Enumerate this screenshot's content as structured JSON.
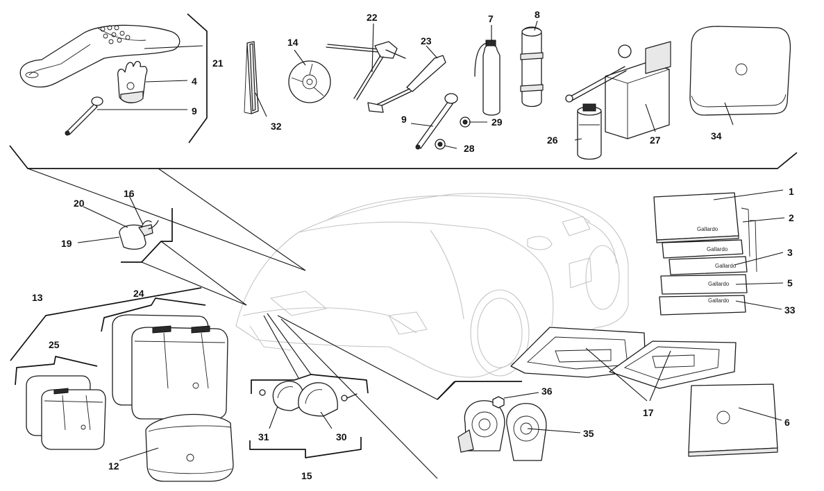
{
  "manual_label": "Gallardo",
  "callouts": [
    {
      "id": "1",
      "text": "1"
    },
    {
      "id": "2",
      "text": "2"
    },
    {
      "id": "3",
      "text": "3"
    },
    {
      "id": "4",
      "text": "4"
    },
    {
      "id": "5",
      "text": "5"
    },
    {
      "id": "6",
      "text": "6"
    },
    {
      "id": "7",
      "text": "7"
    },
    {
      "id": "8",
      "text": "8"
    },
    {
      "id": "9a",
      "text": "9"
    },
    {
      "id": "9b",
      "text": "9"
    },
    {
      "id": "12",
      "text": "12"
    },
    {
      "id": "13",
      "text": "13"
    },
    {
      "id": "14",
      "text": "14"
    },
    {
      "id": "15",
      "text": "15"
    },
    {
      "id": "16",
      "text": "16"
    },
    {
      "id": "17",
      "text": "17"
    },
    {
      "id": "19",
      "text": "19"
    },
    {
      "id": "20",
      "text": "20"
    },
    {
      "id": "21",
      "text": "21"
    },
    {
      "id": "22",
      "text": "22"
    },
    {
      "id": "23",
      "text": "23"
    },
    {
      "id": "24",
      "text": "24"
    },
    {
      "id": "25",
      "text": "25"
    },
    {
      "id": "26",
      "text": "26"
    },
    {
      "id": "27",
      "text": "27"
    },
    {
      "id": "28",
      "text": "28"
    },
    {
      "id": "29",
      "text": "29"
    },
    {
      "id": "30",
      "text": "30"
    },
    {
      "id": "31",
      "text": "31"
    },
    {
      "id": "32",
      "text": "32"
    },
    {
      "id": "33",
      "text": "33"
    },
    {
      "id": "34",
      "text": "34"
    },
    {
      "id": "35",
      "text": "35"
    },
    {
      "id": "36",
      "text": "36"
    }
  ]
}
